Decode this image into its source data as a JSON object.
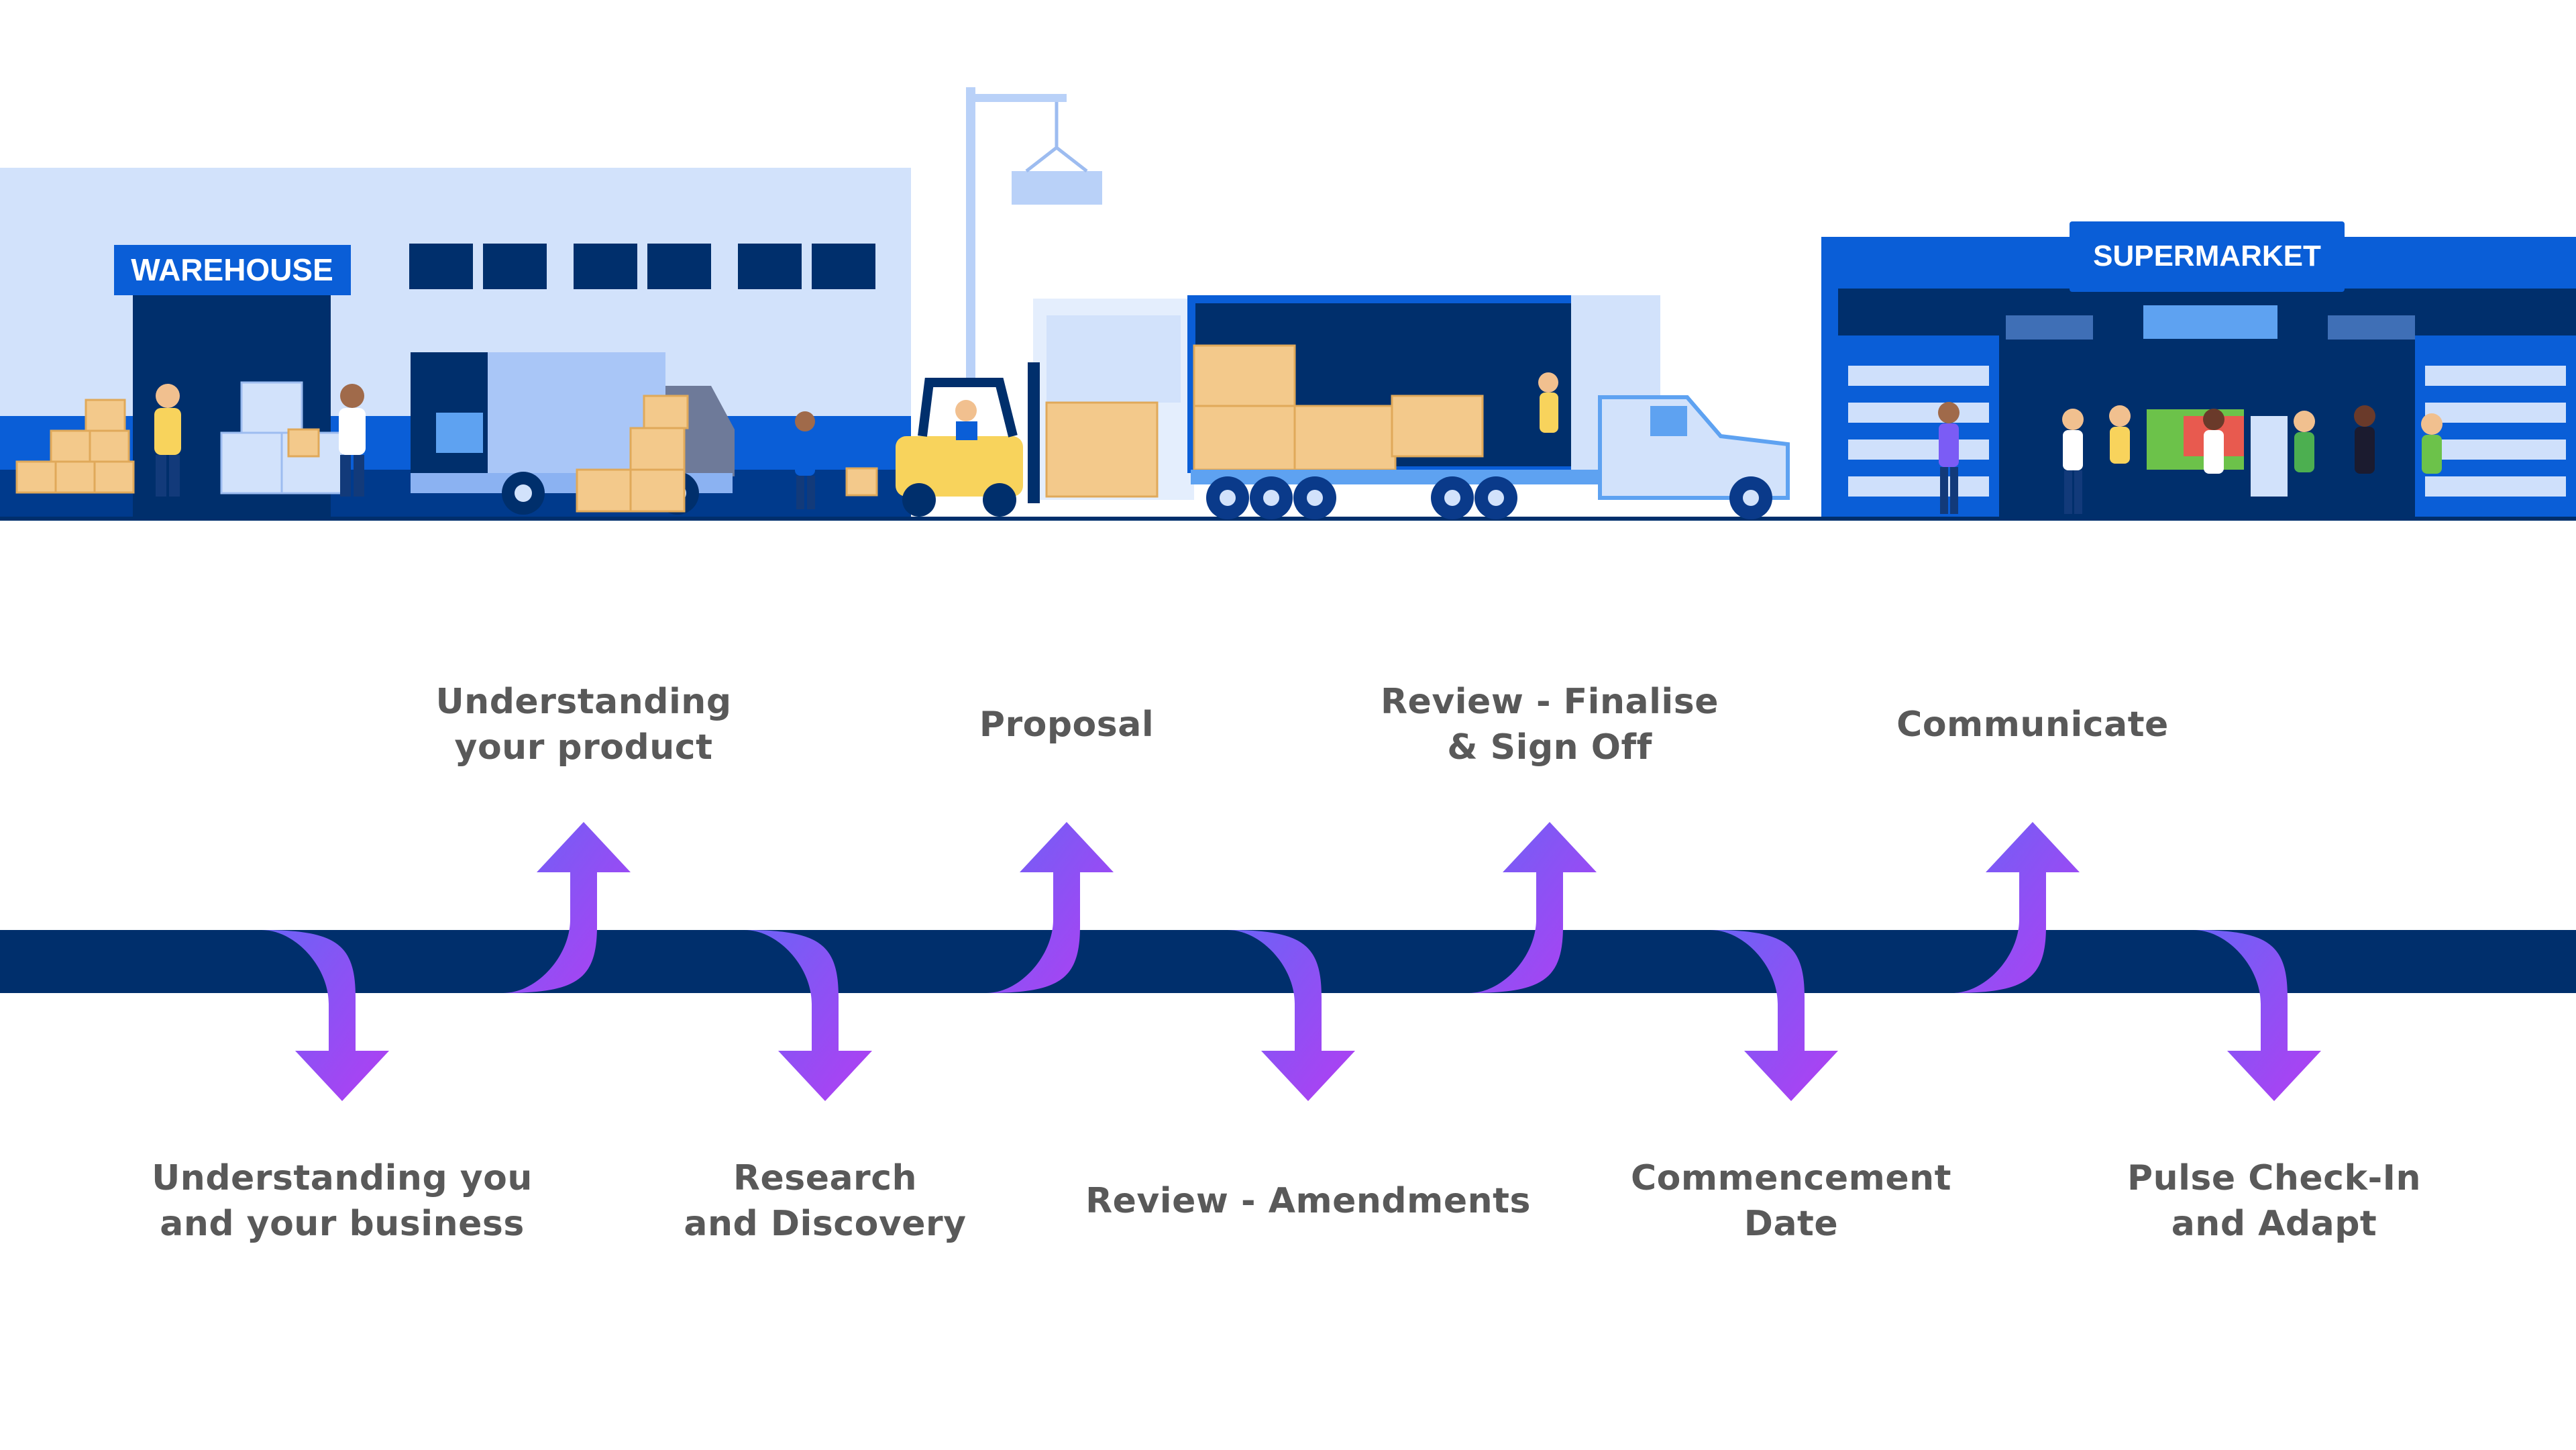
{
  "scene": {
    "warehouse_sign": "WAREHOUSE",
    "supermarket_sign": "SUPERMARKET"
  },
  "colors": {
    "navy": "#002f6c",
    "royal_blue": "#0a5ed7",
    "light_blue": "#cfe0fb",
    "box_tan": "#f3c98b",
    "forklift_yellow": "#f8d35c",
    "arrow_top": "#7b5cf5",
    "arrow_bottom": "#b23ef2",
    "label_gray": "#595959"
  },
  "steps": [
    {
      "label": "Understanding you\nand your business",
      "direction": "down"
    },
    {
      "label": "Understanding\nyour product",
      "direction": "up"
    },
    {
      "label": "Research\nand Discovery",
      "direction": "down"
    },
    {
      "label": "Proposal",
      "direction": "up"
    },
    {
      "label": "Review - Amendments",
      "direction": "down"
    },
    {
      "label": "Review - Finalise\n& Sign Off",
      "direction": "up"
    },
    {
      "label": "Commencement\nDate",
      "direction": "down"
    },
    {
      "label": "Communicate",
      "direction": "up"
    },
    {
      "label": "Pulse Check-In\nand Adapt",
      "direction": "down"
    }
  ]
}
